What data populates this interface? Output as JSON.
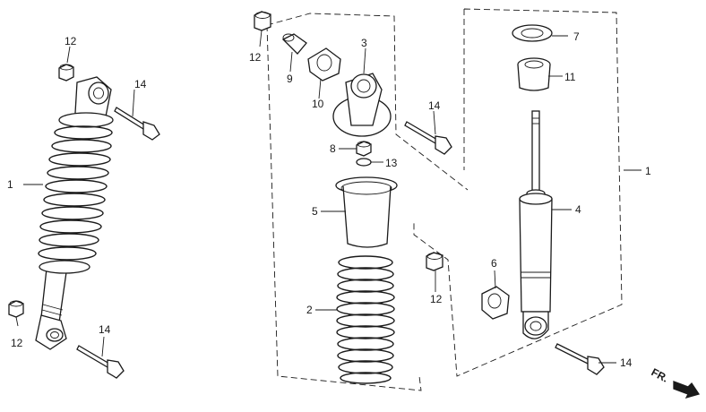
{
  "diagram": {
    "callouts": {
      "c1_left": "1",
      "c1_right": "1",
      "c2": "2",
      "c3": "3",
      "c4": "4",
      "c5": "5",
      "c6": "6",
      "c7": "7",
      "c8": "8",
      "c9": "9",
      "c10": "10",
      "c11": "11",
      "c12_a": "12",
      "c12_b": "12",
      "c12_c": "12",
      "c12_d": "12",
      "c13": "13",
      "c14_a": "14",
      "c14_b": "14",
      "c14_c": "14",
      "c14_d": "14"
    },
    "direction_label": "FR."
  }
}
